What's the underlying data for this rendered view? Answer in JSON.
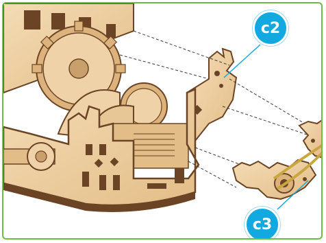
{
  "callouts": [
    {
      "id": "c2",
      "label": "c2",
      "color": "#12a8e0"
    },
    {
      "id": "c3",
      "label": "c3",
      "color": "#12a8e0"
    }
  ],
  "colors": {
    "frame_border": "#6cbd45",
    "wood_light": "#efd2a7",
    "wood_mid": "#dcb37d",
    "wood_dark": "#6b4425",
    "rubber_band": "#c9a640"
  }
}
